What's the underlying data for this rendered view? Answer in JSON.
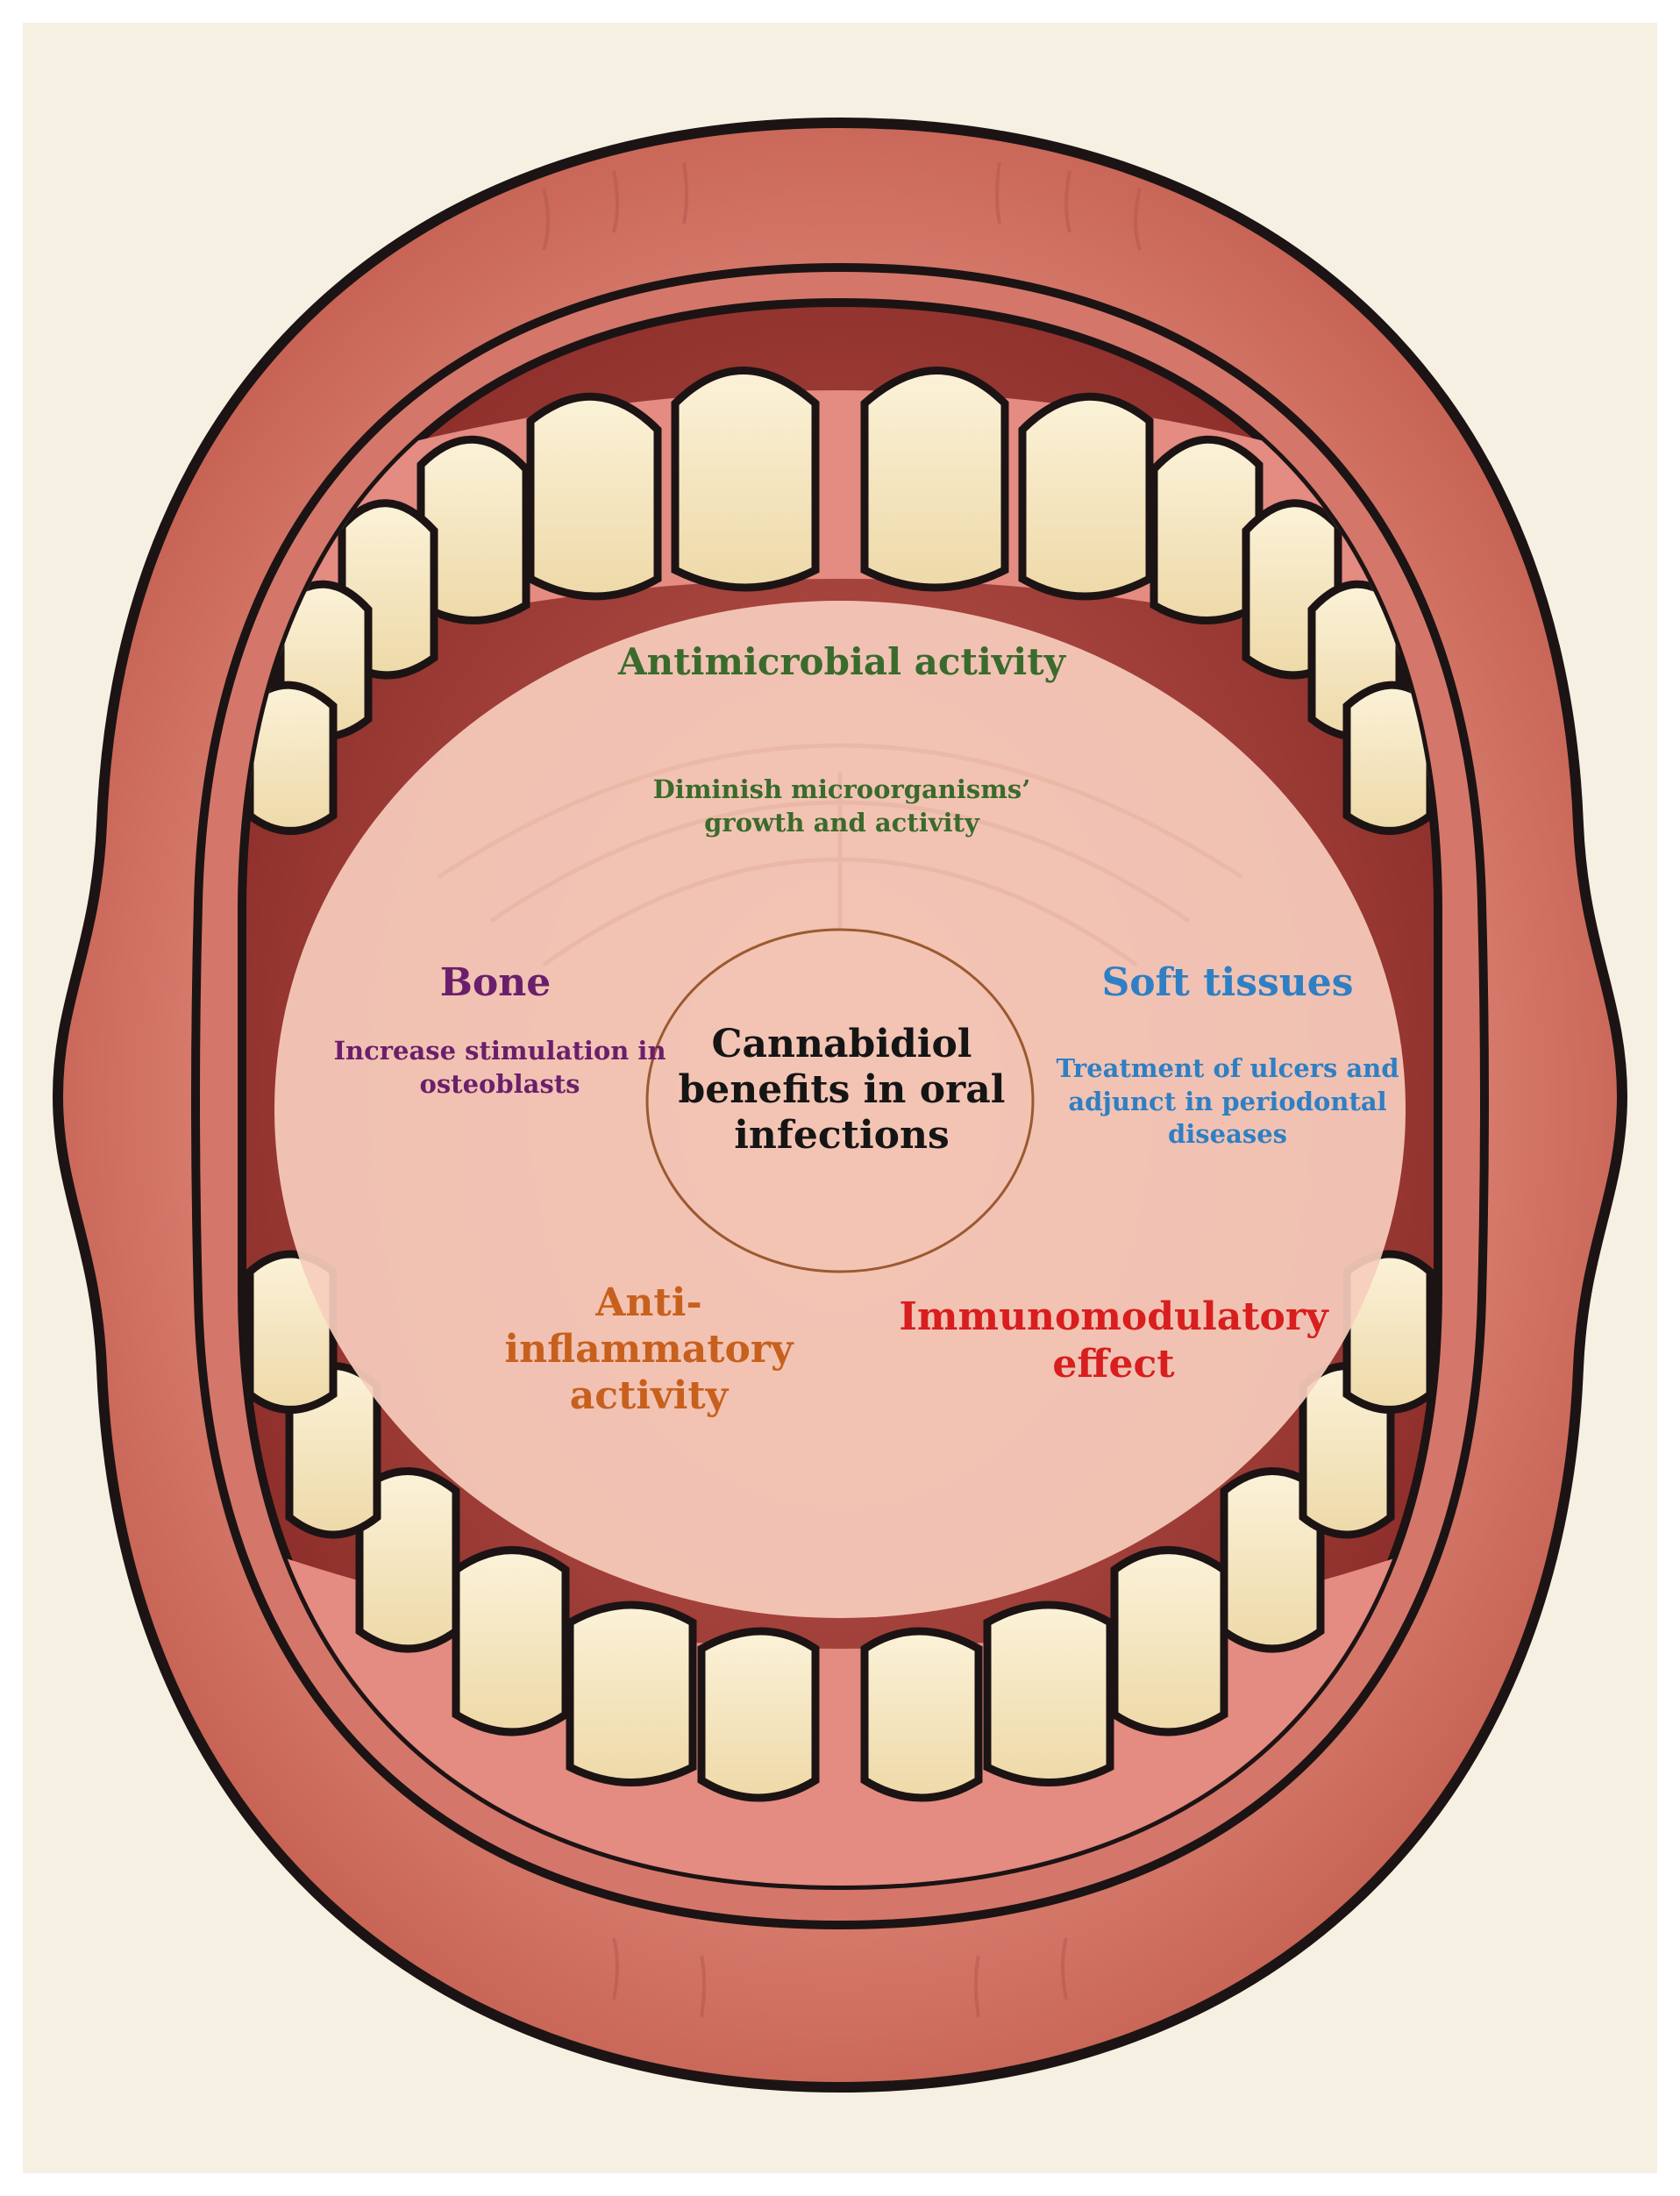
{
  "diagram": {
    "center": {
      "text": "Cannabidiol benefits in oral infections"
    },
    "categories": [
      {
        "key": "antimicrobial",
        "title": "Antimicrobial activity",
        "description": "Diminish microorganisms’ growth and activity",
        "color": "#3a6b2c"
      },
      {
        "key": "bone",
        "title": "Bone",
        "description": "Increase stimulation in osteoblasts",
        "color": "#6b1f6b"
      },
      {
        "key": "soft_tissues",
        "title": "Soft tissues",
        "description": "Treatment of ulcers and adjunct in periodontal diseases",
        "color": "#2f7fc4"
      },
      {
        "key": "anti_inflammatory",
        "title": "Anti-inflammatory activity",
        "color": "#c8601d"
      },
      {
        "key": "immunomodulatory",
        "title": "Immunomodulatory effect",
        "color": "#d81e1e"
      }
    ]
  },
  "palette": {
    "background": "#f6f0e2",
    "lip": "#cd6f62",
    "lip_dark": "#a94c43",
    "mouth_inside": "#a8413a",
    "tooth": "#f5e7c3",
    "overlay": "#f7cdbd",
    "center_ring": "#9a5a30"
  }
}
